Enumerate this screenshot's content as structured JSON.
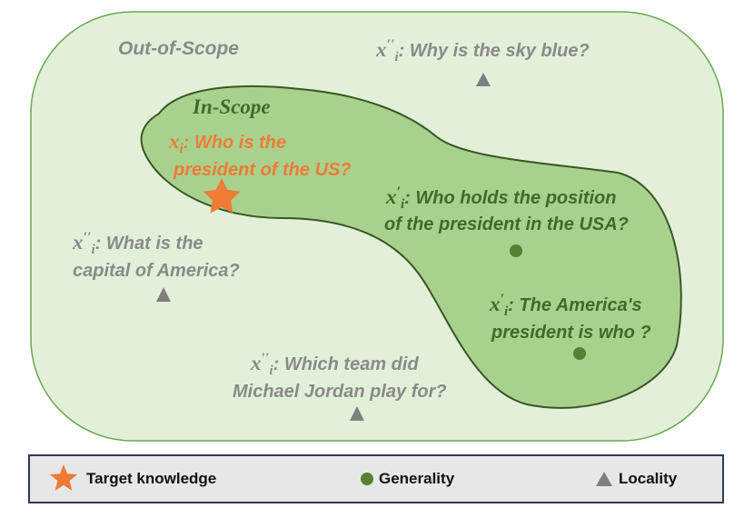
{
  "regions": {
    "out_of_scope": "Out-of-Scope",
    "in_scope": "In-Scope"
  },
  "target": {
    "var": "x",
    "sub": "i",
    "line1": ": Who is the",
    "line2": "president of the US?"
  },
  "generality": [
    {
      "var": "x",
      "prime": "′",
      "sub": "i",
      "line1": ": Who holds the position",
      "line2": "of the president in the USA?"
    },
    {
      "var": "x",
      "prime": "′",
      "sub": "i",
      "line1": ": The America's",
      "line2": "president is who ?"
    }
  ],
  "locality": [
    {
      "var": "x",
      "prime": "′′",
      "sub": "i",
      "line1": ": Why is the sky blue?",
      "line2": ""
    },
    {
      "var": "x",
      "prime": "′′",
      "sub": "i",
      "line1": ": What is the",
      "line2": "capital of America?"
    },
    {
      "var": "x",
      "prime": "′′",
      "sub": "i",
      "line1": ": Which team did",
      "line2": "Michael Jordan play for?"
    }
  ],
  "legend": {
    "target": "Target knowledge",
    "generality": "Generality",
    "locality": "Locality"
  },
  "colors": {
    "outer_fill": "#e2f0d9",
    "outer_stroke": "#6aa84f",
    "inner_fill": "#a9d18e",
    "inner_stroke": "#385723",
    "target": "#ef7b36",
    "generality": "#548235",
    "locality": "#7f7f7f",
    "legend_border": "#2e3a55"
  }
}
